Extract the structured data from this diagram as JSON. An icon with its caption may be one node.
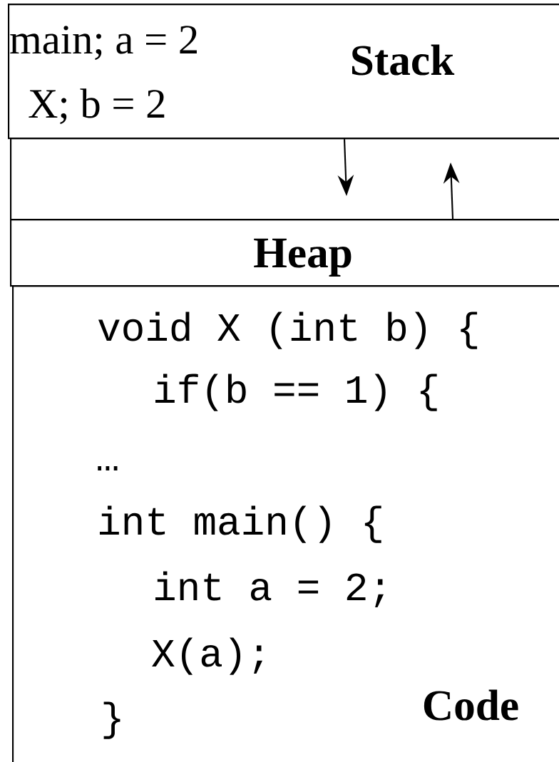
{
  "diagram": {
    "nodes": [
      {
        "text": [
          "main; a = 2",
          "X; b = 2",
          "Stack"
        ]
      },
      {
        "text": [],
        "shape": "box"
      },
      {
        "text": [
          "Heap"
        ]
      },
      {
        "text": [
          "void X (int b) {",
          "if(b == 1) {",
          "…",
          "int main() {",
          "int a = 2;",
          "X(a);",
          "}",
          "Code"
        ]
      }
    ],
    "edges": [
      {
        "from": 0,
        "to": 1,
        "arrow": "to"
      },
      {
        "from": 2,
        "to": 1,
        "arrow": "to"
      }
    ]
  }
}
